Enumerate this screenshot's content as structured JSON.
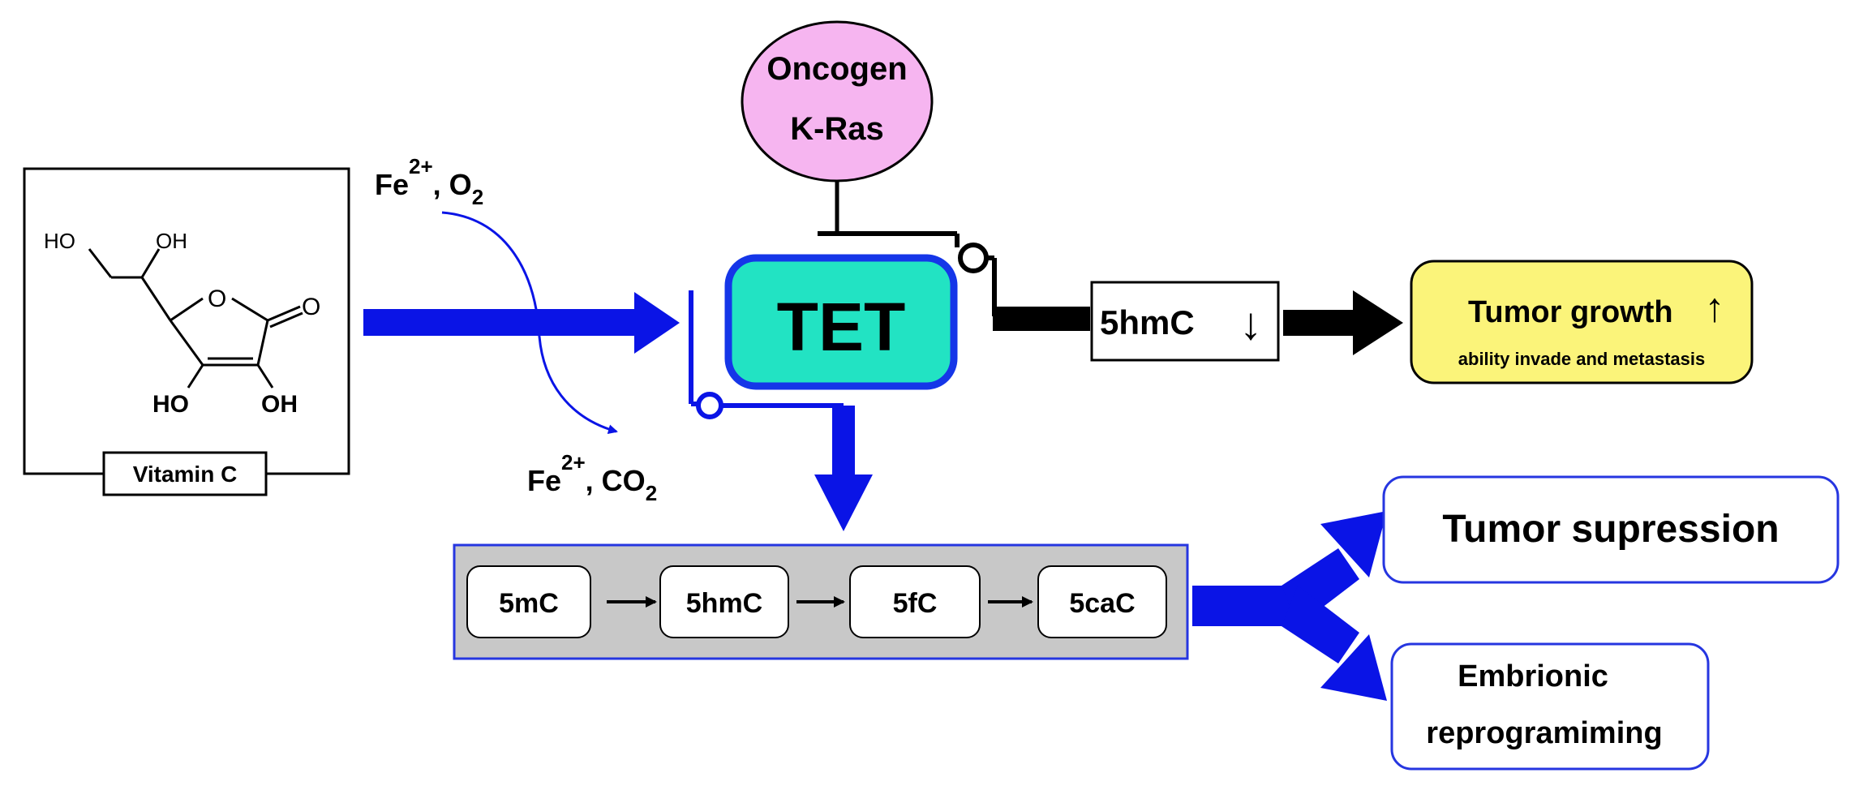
{
  "vitamin_c": {
    "label": "Vitamin C",
    "atoms": {
      "ho_top_left": "HO",
      "oh_top": "OH",
      "ring_o": "O",
      "carbonyl_o": "O",
      "ho_bottom": "HO",
      "oh_bottom": "OH"
    }
  },
  "cofactors_in": {
    "ion": "Fe",
    "ion_charge": "2+",
    "sep": ", O",
    "sub": "2"
  },
  "cofactors_out": {
    "ion": "Fe",
    "ion_charge": "2+",
    "sep": ", CO",
    "sub": "2"
  },
  "oncogen": {
    "line1": "Oncogen",
    "line2": "K-Ras"
  },
  "tet": {
    "label": "TET"
  },
  "hmc_reduced": {
    "label": "5hmC",
    "arrow": "↓"
  },
  "tumor_growth": {
    "title": "Tumor growth",
    "arrow": "↑",
    "subtitle": "ability invade and metastasis"
  },
  "pathway": {
    "steps": [
      "5mC",
      "5hmC",
      "5fC",
      "5caC"
    ]
  },
  "outcomes": {
    "tumor_suppression": "Tumor supression",
    "embryonic_line1": "Embrionic",
    "embryonic_line2": "reprogramiming"
  },
  "colors": {
    "arrow_blue": "#0a14e6",
    "tet_fill": "#22e3c3",
    "tet_border": "#1536e8",
    "oncogen_fill": "#f6b5f0",
    "tumor_growth_fill": "#fbf47a",
    "pathway_panel": "#c8c8c8",
    "outcome_border": "#2636e0"
  }
}
